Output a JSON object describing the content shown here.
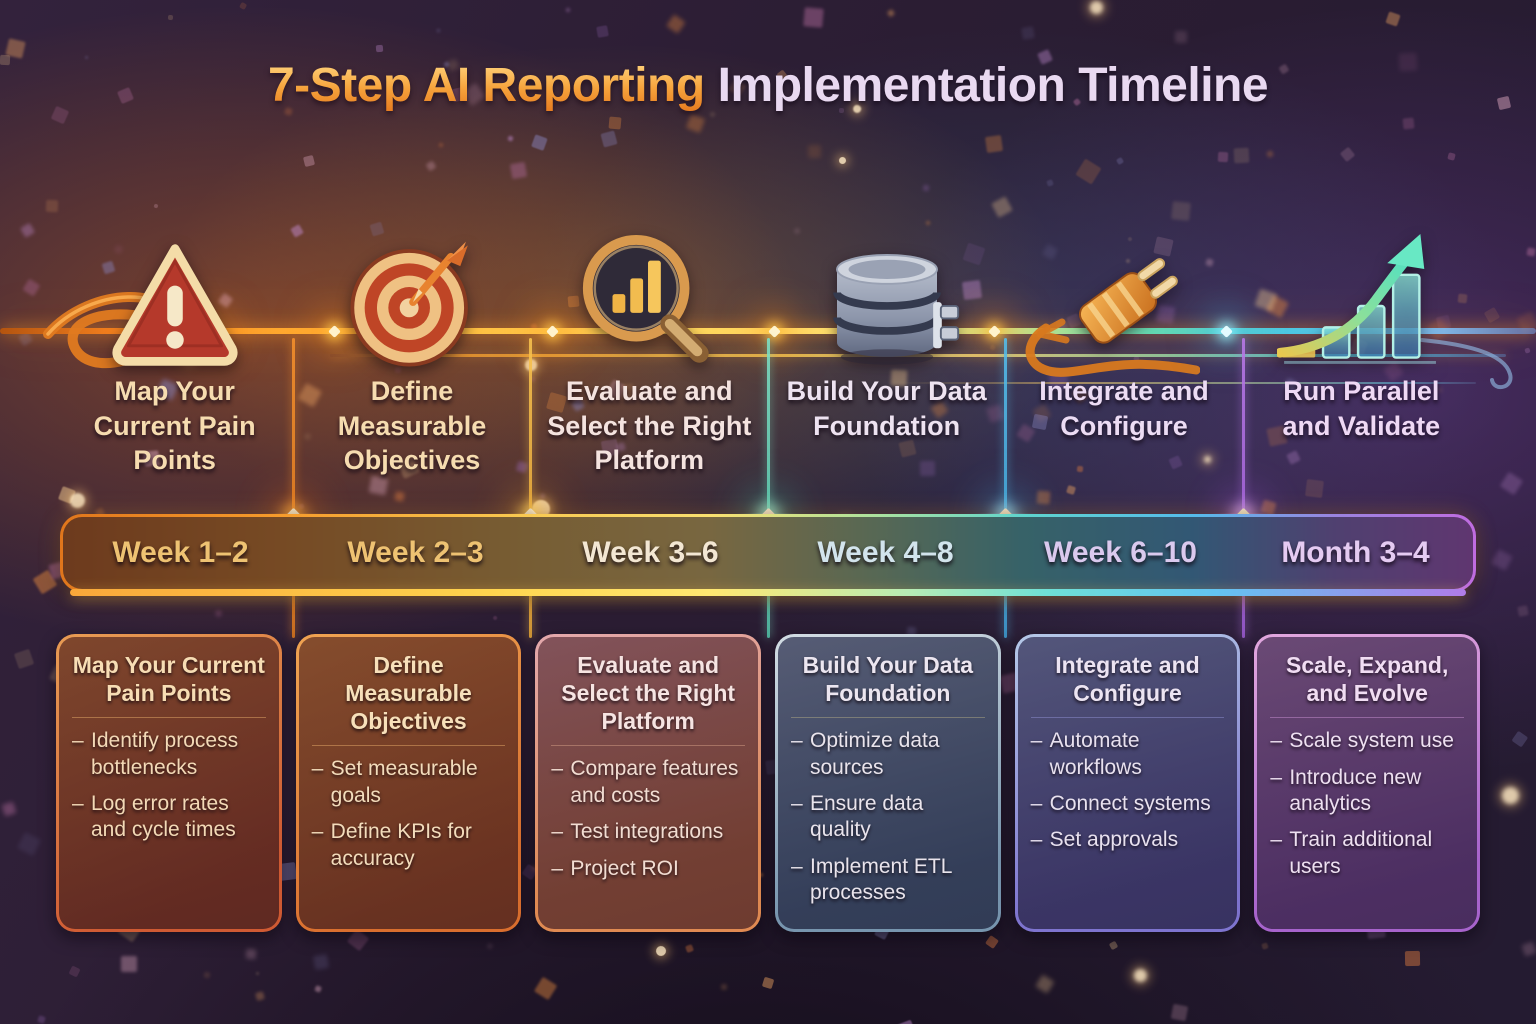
{
  "title": {
    "emphasis": "7-Step AI Reporting",
    "rest": "Implementation Timeline"
  },
  "steps": [
    {
      "icon": "warning-icon",
      "label": "Map Your Current Pain Points",
      "period": "Week 1–2",
      "card": {
        "title": "Map Your Current Pain Points",
        "bullets": [
          "Identify process bottlenecks",
          "Log error rates and cycle times"
        ]
      }
    },
    {
      "icon": "target-icon",
      "label": "Define Measurable Objectives",
      "period": "Week 2–3",
      "card": {
        "title": "Define Measurable Objectives",
        "bullets": [
          "Set measurable goals",
          "Define KPIs for accuracy"
        ]
      }
    },
    {
      "icon": "magnifier-chart-icon",
      "label": "Evaluate and Select the Right Platform",
      "period": "Week 3–6",
      "card": {
        "title": "Evaluate and Select the Right Platform",
        "bullets": [
          "Compare features and costs",
          "Test integrations",
          "Project ROI"
        ]
      }
    },
    {
      "icon": "database-icon",
      "label": "Build Your Data Foundation",
      "period": "Week 4–8",
      "card": {
        "title": "Build Your Data Foundation",
        "bullets": [
          "Optimize data sources",
          "Ensure data quality",
          "Implement ETL processes"
        ]
      }
    },
    {
      "icon": "plug-icon",
      "label": "Integrate and Configure",
      "period": "Week 6–10",
      "card": {
        "title": "Integrate and Configure",
        "bullets": [
          "Automate workflows",
          "Connect systems",
          "Set approvals"
        ]
      }
    },
    {
      "icon": "growth-arrow-icon",
      "label": "Run Parallel and Validate",
      "period": "Month 3–4",
      "card": {
        "title": "Scale, Expand, and Evolve",
        "bullets": [
          "Scale system use",
          "Introduce new analytics",
          "Train additional users"
        ]
      }
    }
  ],
  "colors": {
    "background": "#2B1D33",
    "title_emphasis": "#F6A33C",
    "title_rest": "#E9D9F1",
    "timeline_orange": "#F59A2B",
    "timeline_gold": "#F8C74F",
    "timeline_teal": "#5FD4CD",
    "timeline_blue": "#55BBEA",
    "timeline_purple": "#C06CE0"
  }
}
